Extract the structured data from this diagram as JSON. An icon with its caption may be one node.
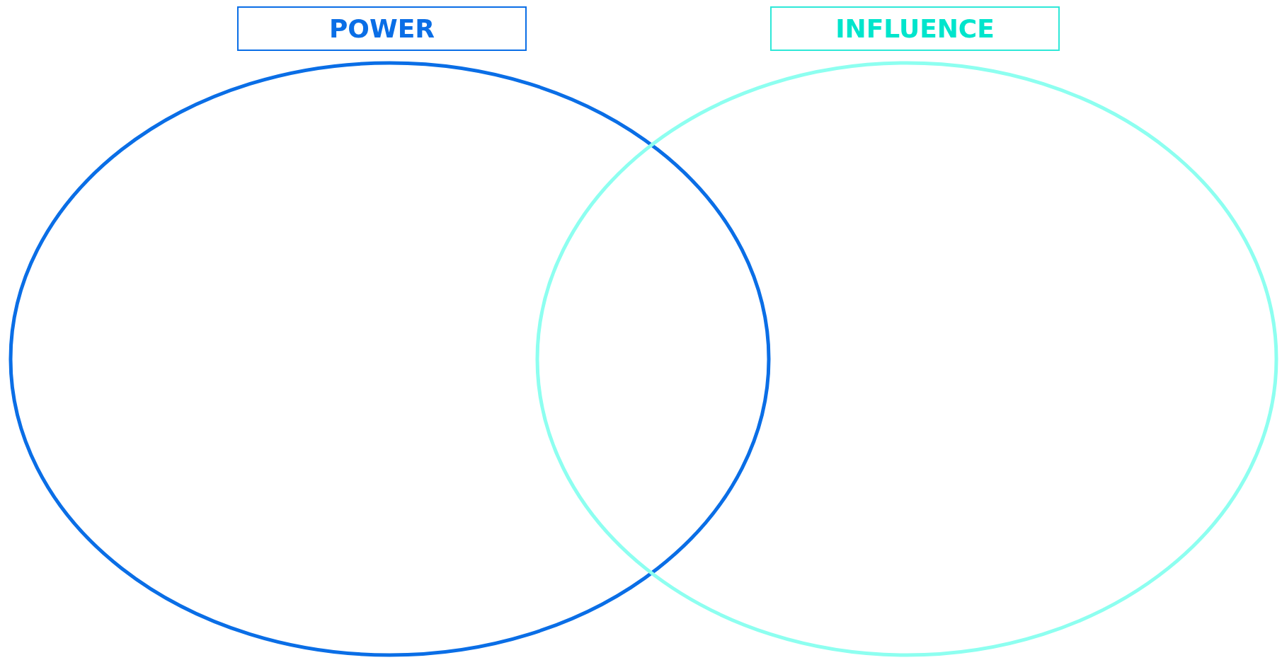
{
  "diagram": {
    "nodes": [
      {
        "text": [
          "POWER"
        ]
      },
      {
        "text": [
          "INFLUENCE"
        ]
      },
      {
        "text": [],
        "shape": "circle"
      },
      {
        "text": [],
        "shape": "circle"
      }
    ],
    "edges": []
  }
}
